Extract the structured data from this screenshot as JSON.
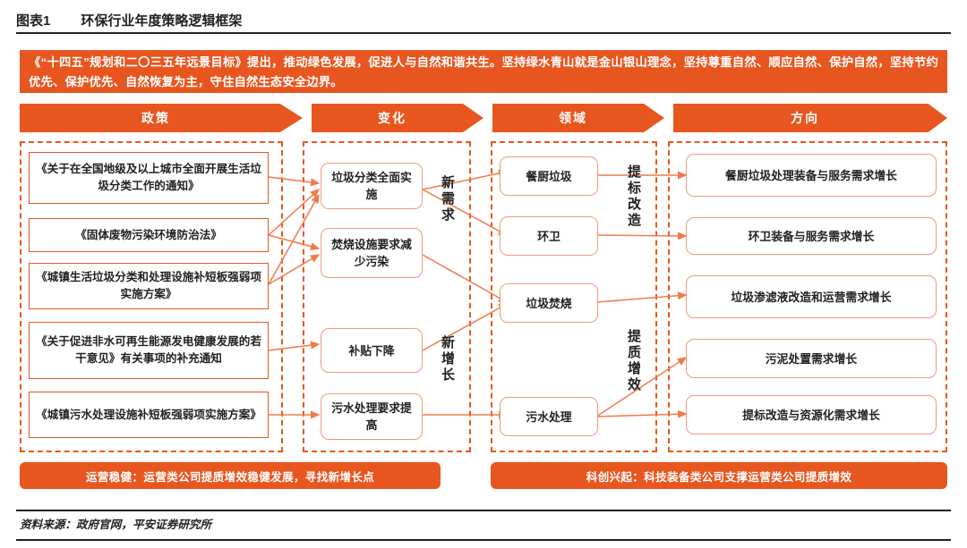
{
  "header": {
    "figure_label": "图表1",
    "title": "环保行业年度策略逻辑框架"
  },
  "banner": {
    "text": "《“十四五”规划和二〇三五年远景目标》提出，推动绿色发展，促进人与自然和谐共生。坚持绿水青山就是金山银山理念，坚持尊重自然、顺应自然、保护自然，坚持节约优先、保护优先、自然恢复为主，守住自然生态安全边界。"
  },
  "columns": [
    {
      "id": "policy",
      "header": "政策"
    },
    {
      "id": "change",
      "header": "变化"
    },
    {
      "id": "domain",
      "header": "领域"
    },
    {
      "id": "direction",
      "header": "方向"
    }
  ],
  "policy_items": [
    "《关于在全国地级及以上城市全面开展生活垃圾分类工作的通知》",
    "《固体废物污染环境防治法》",
    "《城镇生活垃圾分类和处理设施补短板强弱项实施方案》",
    "《关于促进非水可再生能源发电健康发展的若干意见》有关事项的补充通知",
    "《城镇污水处理设施补短板强弱项实施方案》"
  ],
  "change_items": [
    "垃圾分类全面实施",
    "焚烧设施要求减少污染",
    "补贴下降",
    "污水处理要求提高"
  ],
  "domain_items": [
    "餐厨垃圾",
    "环卫",
    "垃圾焚烧",
    "污水处理"
  ],
  "direction_items": [
    "餐厨垃圾处理装备与服务需求增长",
    "环卫装备与服务需求增长",
    "垃圾渗滤液改造和运营需求增长",
    "污泥处置需求增长",
    "提标改造与资源化需求增长"
  ],
  "connector_labels": {
    "new_demand": "新需求",
    "new_growth": "新增长",
    "upgrade_retrofit": "提标改造",
    "quality_efficiency": "提质增效"
  },
  "footer_pills": [
    "运营稳健：运营类公司提质增效稳健发展，寻找新增长点",
    "科创兴起：科技装备类公司支撑运营类公司提质增效"
  ],
  "source": "资料来源：政府官网，平安证券研究所",
  "colors": {
    "accent_orange": "#E8561F",
    "soft_orange": "#F09A76",
    "text": "#231f20",
    "white": "#ffffff"
  }
}
